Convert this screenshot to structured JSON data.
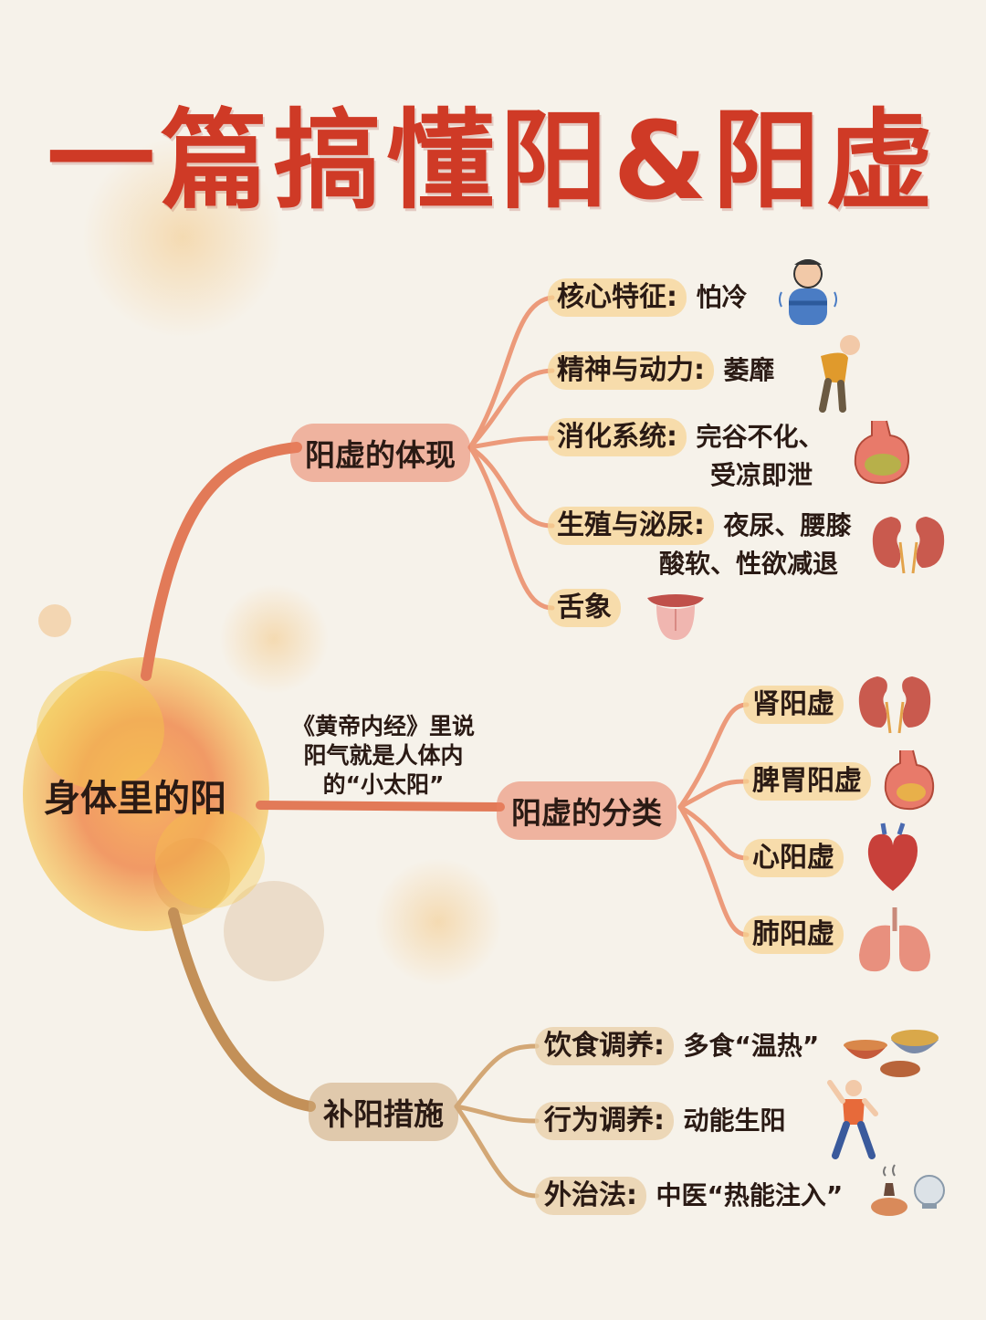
{
  "title": "一篇搞懂阳&阳虚",
  "center": {
    "label": "身体里的阳"
  },
  "quote": {
    "line1": "《黄帝内经》里说",
    "line2": "阳气就是人体内",
    "line3": "的“小太阳”"
  },
  "branches": {
    "manifest": {
      "label": "阳虚的体现",
      "items": [
        {
          "key": "核心特征:",
          "value": "怕冷",
          "icon": "shivering-person-icon"
        },
        {
          "key": "精神与动力:",
          "value": "萎靡",
          "icon": "tired-person-icon"
        },
        {
          "key": "消化系统:",
          "value": "完谷不化、",
          "value2": "受凉即泄",
          "icon": "stomach-icon"
        },
        {
          "key": "生殖与泌尿:",
          "value": "夜尿、腰膝",
          "value2": "酸软、性欲减退",
          "icon": "kidneys-icon"
        },
        {
          "key": "舌象",
          "value": "",
          "icon": "tongue-icon"
        }
      ]
    },
    "types": {
      "label": "阳虚的分类",
      "items": [
        {
          "key": "肾阳虚",
          "icon": "kidneys-icon"
        },
        {
          "key": "脾胃阳虚",
          "icon": "stomach-icon"
        },
        {
          "key": "心阳虚",
          "icon": "heart-icon"
        },
        {
          "key": "肺阳虚",
          "icon": "lungs-icon"
        }
      ]
    },
    "measures": {
      "label": "补阳措施",
      "items": [
        {
          "key": "饮食调养:",
          "value": "多食“温热”",
          "icon": "food-bowls-icon"
        },
        {
          "key": "行为调养:",
          "value": "动能生阳",
          "icon": "exercising-person-icon"
        },
        {
          "key": "外治法:",
          "value": "中医“热能注入”",
          "icon": "moxibustion-cupping-icon"
        }
      ]
    }
  },
  "colors": {
    "title": "#cf3a26",
    "branch_red": "#e4714f",
    "branch_brown": "#b98a55",
    "background": "#f6f2ea"
  }
}
